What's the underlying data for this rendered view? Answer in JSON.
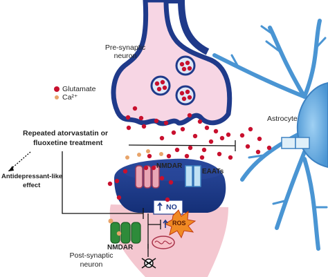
{
  "labels": {
    "presynaptic": "Pre-synaptic\nneuron",
    "glutamate": "Glutamate",
    "calcium": "Ca²⁺",
    "astrocyte": "Astrocyte",
    "treatment_line1": "Repeated atorvastatin or",
    "treatment_line2": "fluoxetine treatment",
    "nmdar_top": "NMDAR",
    "eaats": "EAATs",
    "antidepressant_line1": "Antidepressant-like",
    "antidepressant_line2": "effect",
    "no": "NO",
    "ros": "ROS",
    "nmdar_bottom": "NMDAR",
    "postsynaptic_line1": "Post-synaptic",
    "postsynaptic_line2": "neuron"
  },
  "colors": {
    "glutamate": "#c8102e",
    "calcium": "#e8a46a",
    "presynaptic_fill": "#f7d6e4",
    "presynaptic_outline": "#1f3a8a",
    "astrocyte": "#6aaee0",
    "postsynaptic_top": "#1f3a8a",
    "postsynaptic_body": "#f4c7d0",
    "receptor": "#e9a6b5",
    "eaat": "#bfe0f4",
    "nmdar_green": "#2e8b3a",
    "ros": "#f08a24"
  },
  "icons": [
    "skull-icon",
    "mitochondrion-icon",
    "explosion-icon",
    "inhibition-arrow"
  ]
}
